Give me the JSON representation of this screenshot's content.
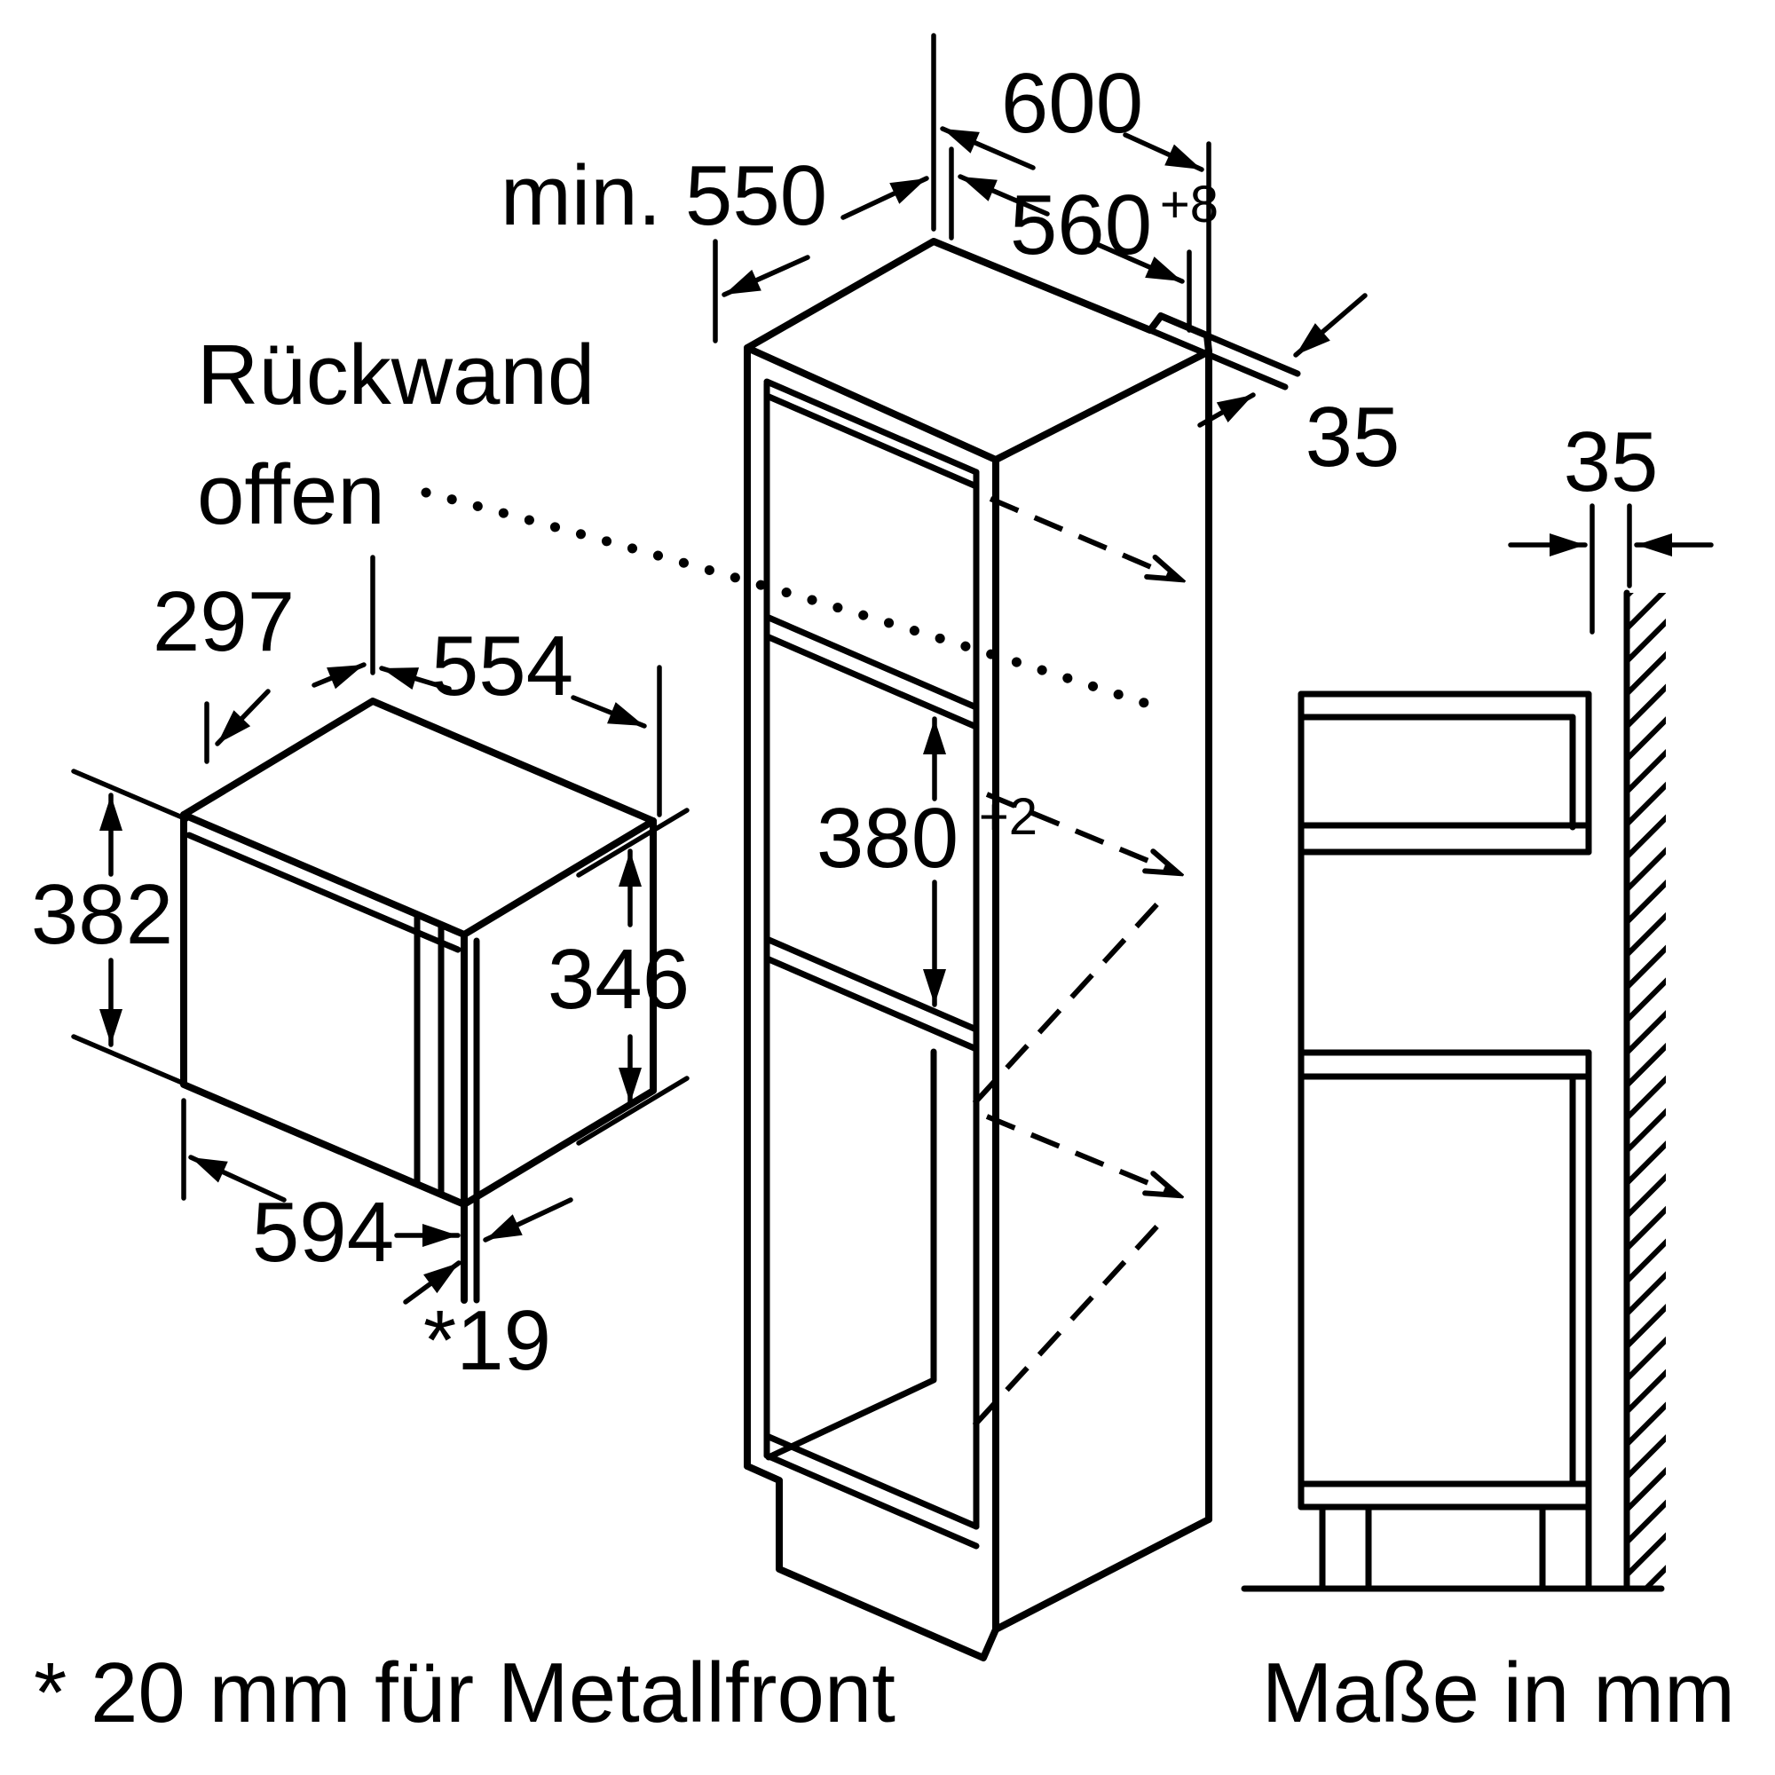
{
  "diagram": {
    "title_domain": "built-in microwave installation drawing",
    "colors": {
      "line": "#000000",
      "background": "#ffffff"
    },
    "cabinet": {
      "depth_top_label": "600",
      "min_depth_label": "min. 550",
      "niche_width_label": "560",
      "niche_width_tolerance": "+8",
      "rail_depth_label": "35",
      "niche_height_label": "380",
      "niche_height_tolerance": "+2",
      "rear_note_line1": "Rückwand",
      "rear_note_line2": "offen"
    },
    "microwave": {
      "depth_label": "297",
      "body_width_label": "554",
      "height_label": "382",
      "body_height_label": "346",
      "width_label": "594",
      "front_offset_label": "*19"
    },
    "side_view": {
      "wall_gap_label": "35"
    },
    "footnote": "* 20 mm für Metallfront",
    "units_note": "Maße in mm"
  }
}
